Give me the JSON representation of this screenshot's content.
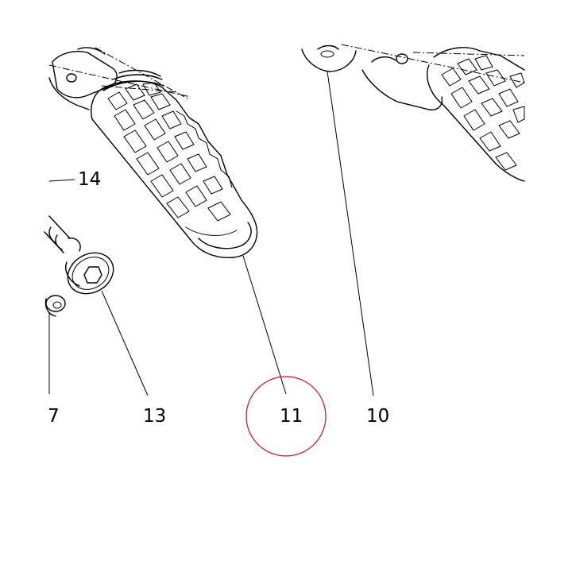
{
  "diagram": {
    "callouts": [
      {
        "id": "14",
        "label": "14"
      },
      {
        "id": "7",
        "label": "7"
      },
      {
        "id": "13",
        "label": "13"
      },
      {
        "id": "11",
        "label": "11"
      },
      {
        "id": "10",
        "label": "10"
      }
    ],
    "highlighted_callout": "11",
    "colors": {
      "ink": "#000000",
      "highlight": "#c8102e",
      "background": "#ffffff"
    }
  }
}
